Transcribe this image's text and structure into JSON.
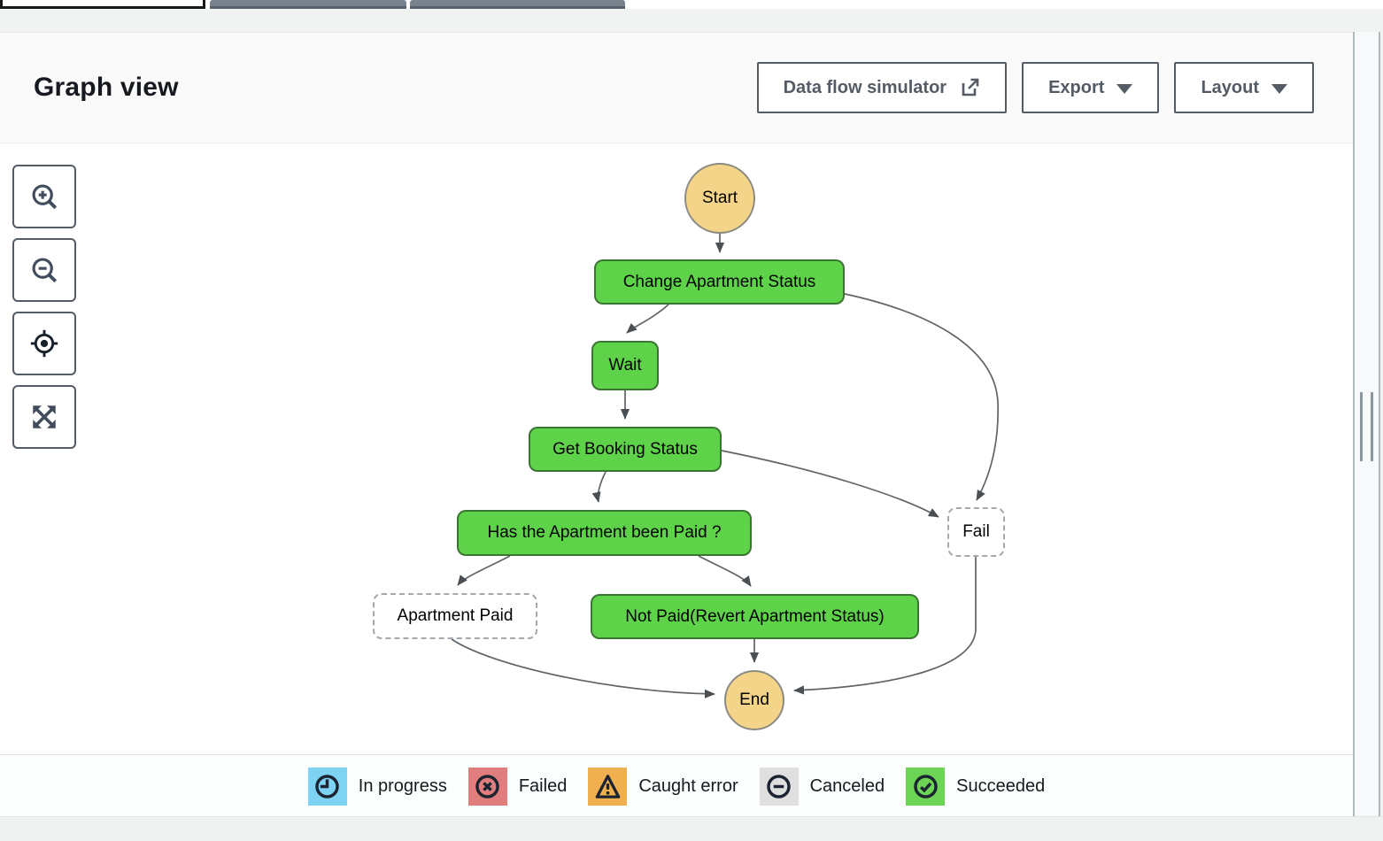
{
  "header": {
    "title": "Graph view",
    "buttons": [
      {
        "label": "Data flow simulator",
        "icon": "external-link-icon"
      },
      {
        "label": "Export",
        "icon": "caret-down-icon"
      },
      {
        "label": "Layout",
        "icon": "caret-down-icon"
      }
    ]
  },
  "toolbar": {
    "items": [
      {
        "name": "zoom-in"
      },
      {
        "name": "zoom-out"
      },
      {
        "name": "center-view"
      },
      {
        "name": "fit-view"
      }
    ]
  },
  "graph": {
    "nodes": [
      {
        "id": "start",
        "label": "Start",
        "kind": "terminal"
      },
      {
        "id": "change-apartment-status",
        "label": "Change Apartment Status",
        "kind": "task-succeeded"
      },
      {
        "id": "wait",
        "label": "Wait",
        "kind": "task-succeeded"
      },
      {
        "id": "get-booking-status",
        "label": "Get Booking Status",
        "kind": "task-succeeded"
      },
      {
        "id": "has-apartment-been-paid",
        "label": "Has the Apartment been Paid ?",
        "kind": "task-succeeded"
      },
      {
        "id": "apartment-paid",
        "label": "Apartment Paid",
        "kind": "not-executed"
      },
      {
        "id": "not-paid-revert",
        "label": "Not Paid(Revert Apartment Status)",
        "kind": "task-succeeded"
      },
      {
        "id": "fail",
        "label": "Fail",
        "kind": "not-executed"
      },
      {
        "id": "end",
        "label": "End",
        "kind": "terminal"
      }
    ],
    "edges": [
      {
        "from": "start",
        "to": "change-apartment-status"
      },
      {
        "from": "change-apartment-status",
        "to": "wait"
      },
      {
        "from": "change-apartment-status",
        "to": "fail"
      },
      {
        "from": "wait",
        "to": "get-booking-status"
      },
      {
        "from": "get-booking-status",
        "to": "has-apartment-been-paid"
      },
      {
        "from": "get-booking-status",
        "to": "fail"
      },
      {
        "from": "has-apartment-been-paid",
        "to": "apartment-paid"
      },
      {
        "from": "has-apartment-been-paid",
        "to": "not-paid-revert"
      },
      {
        "from": "apartment-paid",
        "to": "end"
      },
      {
        "from": "not-paid-revert",
        "to": "end"
      },
      {
        "from": "fail",
        "to": "end"
      }
    ]
  },
  "legend": {
    "items": [
      {
        "label": "In progress",
        "icon": "clock-icon",
        "color": "#7ed2f2"
      },
      {
        "label": "Failed",
        "icon": "circle-x-icon",
        "color": "#e07e7e"
      },
      {
        "label": "Caught error",
        "icon": "warning-triangle-icon",
        "color": "#f0b050"
      },
      {
        "label": "Canceled",
        "icon": "circle-minus-icon",
        "color": "#dfdfdf"
      },
      {
        "label": "Succeeded",
        "icon": "circle-check-icon",
        "color": "#6ed455"
      }
    ]
  },
  "colors": {
    "succeeded_node": "#5ed34a",
    "terminal_node": "#f3d488",
    "edge": "#5f6468",
    "button_text": "#545b64"
  }
}
